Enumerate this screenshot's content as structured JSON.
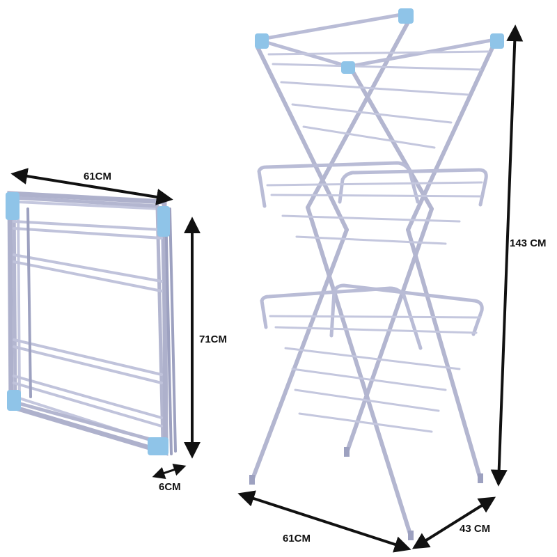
{
  "dimensions": {
    "folded_width": "61CM",
    "folded_height": "71CM",
    "folded_depth": "6CM",
    "open_height": "143 CM",
    "open_width": "61CM",
    "open_depth": "43 CM"
  },
  "colors": {
    "frame": "#b9bcd6",
    "frame_dark": "#8f93b3",
    "connector": "#8fc4e8",
    "arrow": "#111111"
  },
  "icons": {
    "folded_rack": "folded-drying-rack-image",
    "open_rack": "open-drying-rack-image",
    "arrow": "double-headed-arrow"
  }
}
